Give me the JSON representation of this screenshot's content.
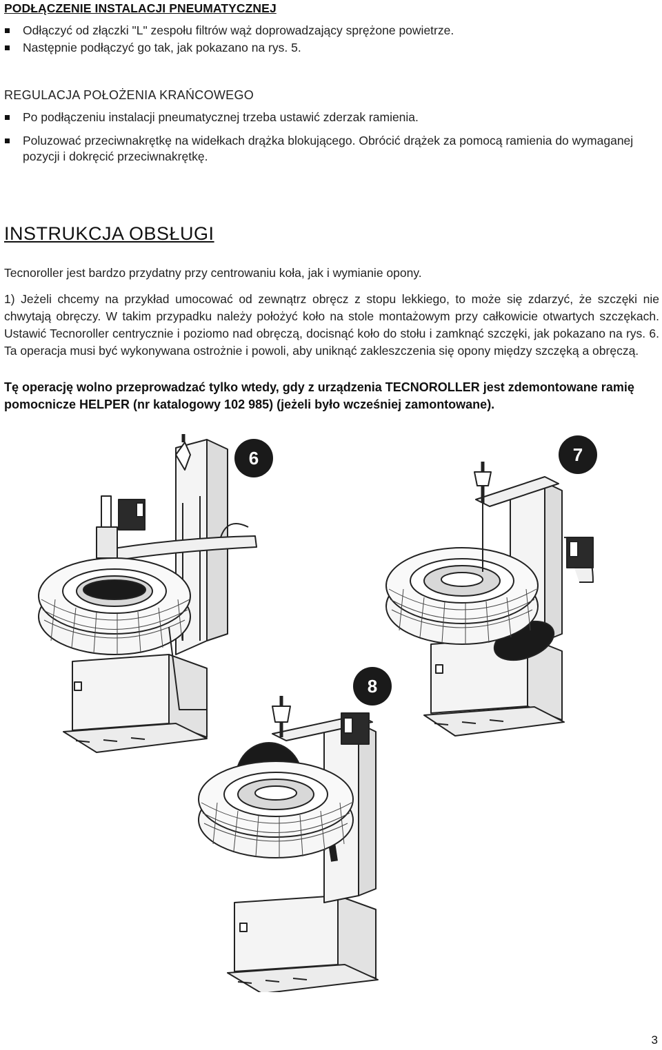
{
  "section1": {
    "title": "PODŁĄCZENIE INSTALACJI PNEUMATYCZNEJ",
    "bullets": [
      "Odłączyć od złączki \"L\" zespołu filtrów wąż doprowadzający sprężone powietrze.",
      "Następnie podłączyć go tak, jak pokazano na rys. 5."
    ]
  },
  "section2": {
    "title": "REGULACJA POŁOŻENIA KRAŃCOWEGO",
    "bullets": [
      "Po podłączeniu instalacji pneumatycznej trzeba ustawić zderzak ramienia.",
      "Poluzować przeciwnakrętkę na widełkach drążka blokującego. Obrócić drążek za pomocą ramienia do wymaganej pozycji i dokręcić przeciwnakrętkę."
    ]
  },
  "section3": {
    "title": "INSTRUKCJA OBSŁUGI",
    "intro": "Tecnoroller jest bardzo przydatny przy centrowaniu koła, jak i wymianie opony.",
    "paragraph1": "1) Jeżeli chcemy na przykład umocować od zewnątrz obręcz z stopu lekkiego, to może się zdarzyć, że szczęki nie chwytają obręczy. W takim przypadku należy położyć koło na stole montażowym przy całkowicie otwartych szczękach. Ustawić Tecnoroller centrycznie i poziomo nad obręczą, docisnąć koło do stołu i zamknąć szczęki, jak pokazano na rys. 6. Ta operacja musi być wykonywana ostrożnie i powoli, aby uniknąć zakleszczenia się opony między szczęką a obręczą.",
    "warning": "Tę operację wolno przeprowadzać tylko wtedy, gdy z urządzenia TECNOROLLER jest zdemontowane ramię pomocnicze HELPER (nr katalogowy 102 985) (jeżeli było wcześniej zamontowane)."
  },
  "figures": {
    "labels": [
      "6",
      "7",
      "8"
    ]
  },
  "page_number": "3",
  "colors": {
    "text": "#111111",
    "badge": "#111111",
    "badge_text": "#ffffff",
    "line": "#222222"
  }
}
